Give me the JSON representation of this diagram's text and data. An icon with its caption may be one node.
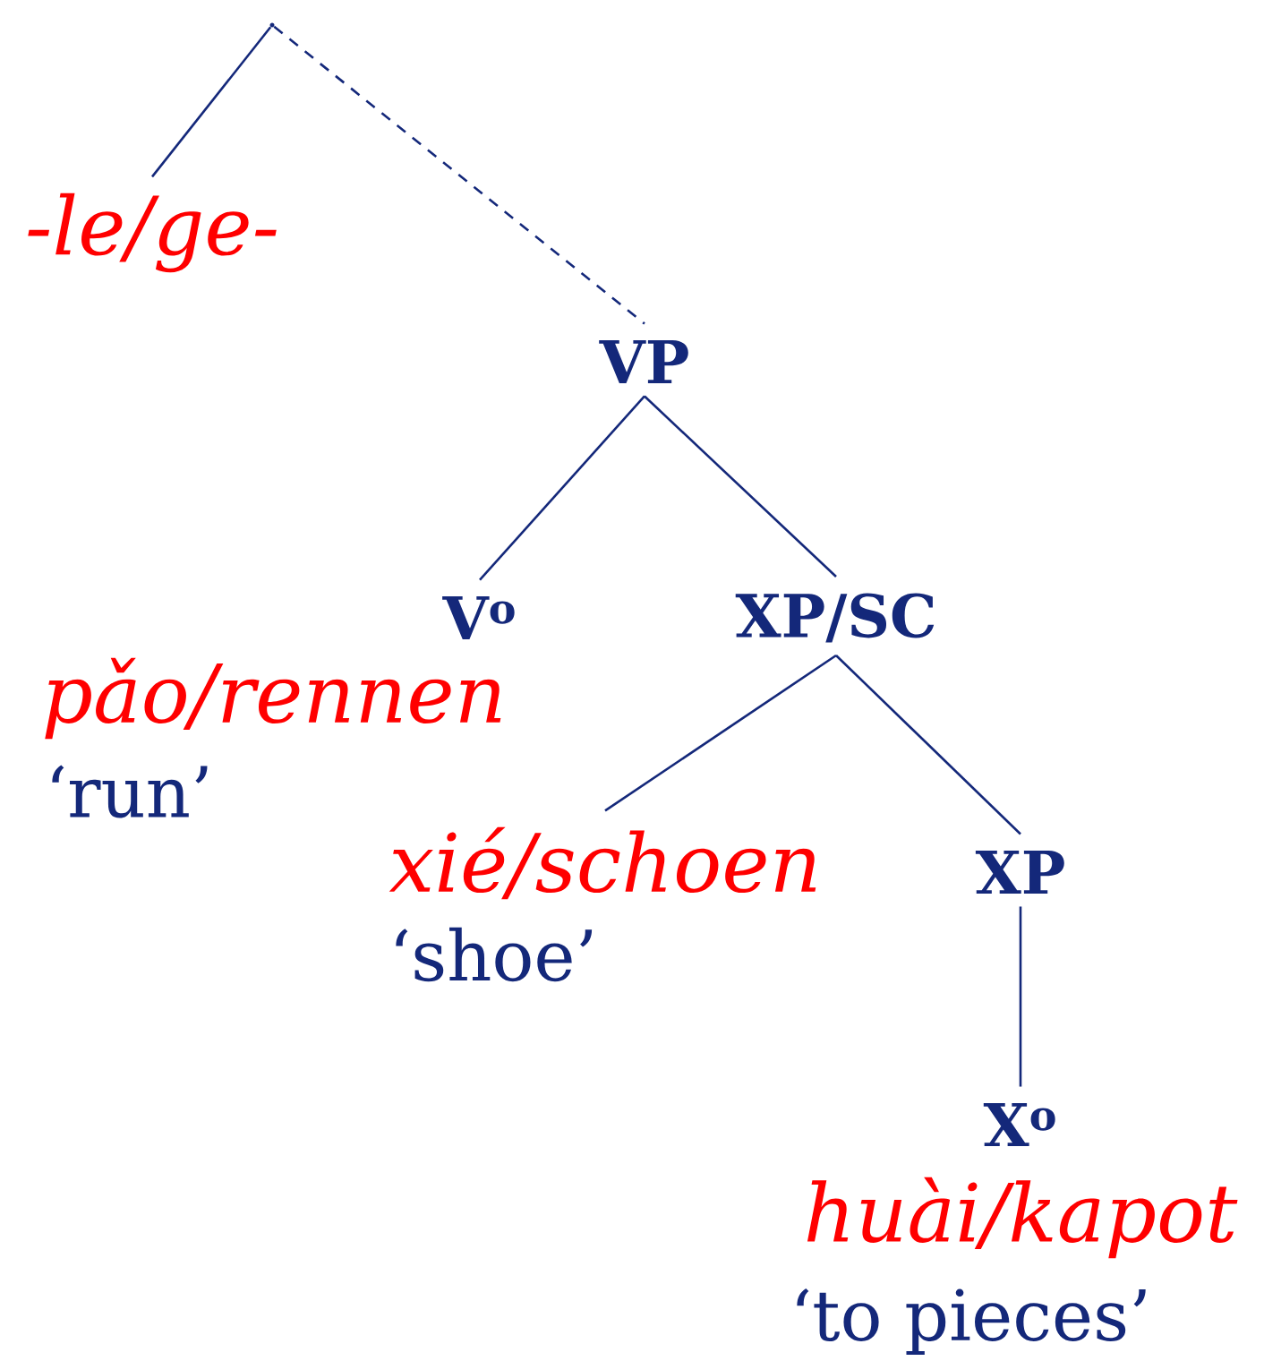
{
  "diagram": {
    "nodes": [
      {
        "text": [],
        "shape": "point"
      },
      {
        "text": [
          "-le/ge-"
        ]
      },
      {
        "text": [
          "VP"
        ]
      },
      {
        "text": [
          "V$^{o}$",
          "pǎo/rennen",
          "‘run’"
        ]
      },
      {
        "text": [
          "XP/SC"
        ]
      },
      {
        "text": [
          "xié/schoen",
          "‘shoe’"
        ]
      },
      {
        "text": [
          "XP"
        ]
      },
      {
        "text": [
          "X$^{o}$",
          "huài/kapot",
          "‘to pieces’"
        ]
      }
    ],
    "edges": [
      {
        "from": 0,
        "to": 1,
        "arrow": "none"
      },
      {
        "from": 0,
        "to": 2,
        "arrow": "none",
        "style": "dashed"
      },
      {
        "from": 2,
        "to": 3,
        "arrow": "none"
      },
      {
        "from": 2,
        "to": 4,
        "arrow": "none"
      },
      {
        "from": 4,
        "to": 5,
        "arrow": "none"
      },
      {
        "from": 4,
        "to": 6,
        "arrow": "none"
      },
      {
        "from": 6,
        "to": 7,
        "arrow": "none"
      }
    ]
  }
}
